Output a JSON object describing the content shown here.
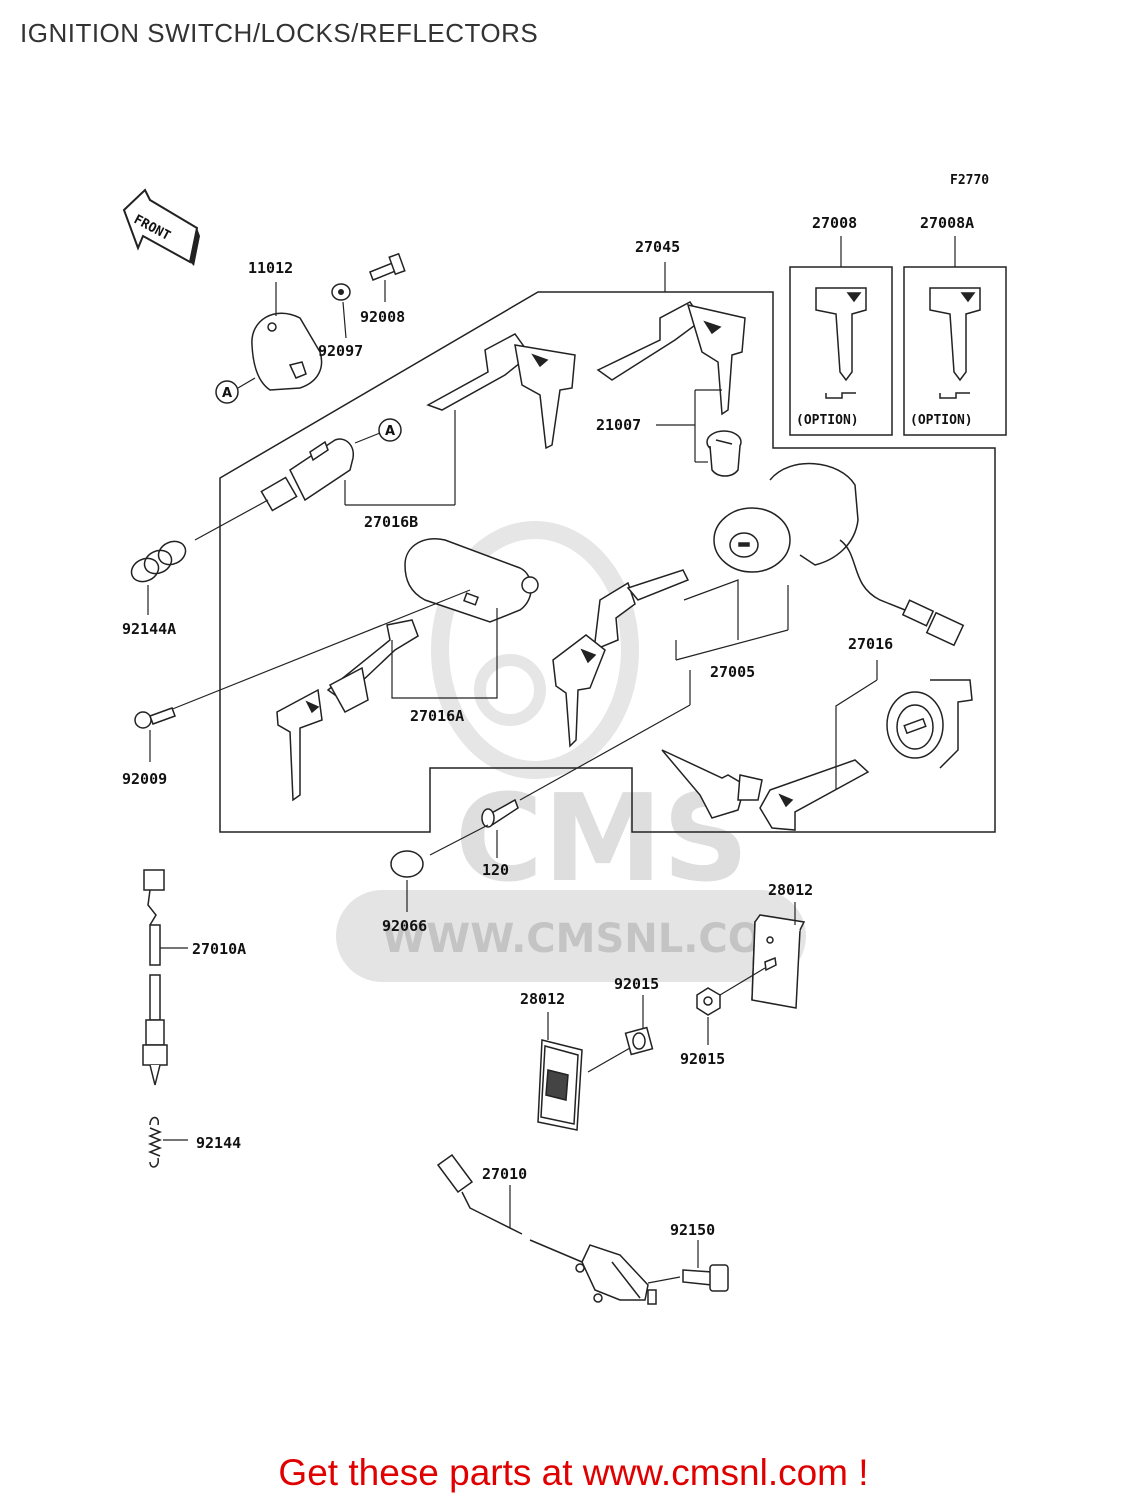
{
  "page": {
    "title": "IGNITION SWITCH/LOCKS/REFLECTORS",
    "figure_code": "F2770",
    "front_label": "FRONT",
    "ref_marker": "A",
    "option_label": "(OPTION)",
    "footer": "Get these parts at www.cmsnl.com !"
  },
  "watermark": {
    "logo_text": "CMS",
    "url_text": "WWW.CMSNL.COM",
    "color": "#d8d8d8"
  },
  "parts": {
    "p11012": "11012",
    "p92008": "92008",
    "p92097": "92097",
    "p27045": "27045",
    "p27008": "27008",
    "p27008A": "27008A",
    "p21007": "21007",
    "p27016B": "27016B",
    "p92144A": "92144A",
    "p27005": "27005",
    "p27016": "27016",
    "p27016A": "27016A",
    "p92009": "92009",
    "p120": "120",
    "p92066": "92066",
    "p28012a": "28012",
    "p27010A": "27010A",
    "p92015a": "92015",
    "p28012b": "28012",
    "p92015b": "92015",
    "p92144": "92144",
    "p27010": "27010",
    "p92150": "92150"
  },
  "colors": {
    "line": "#222222",
    "footer": "#e00000"
  }
}
